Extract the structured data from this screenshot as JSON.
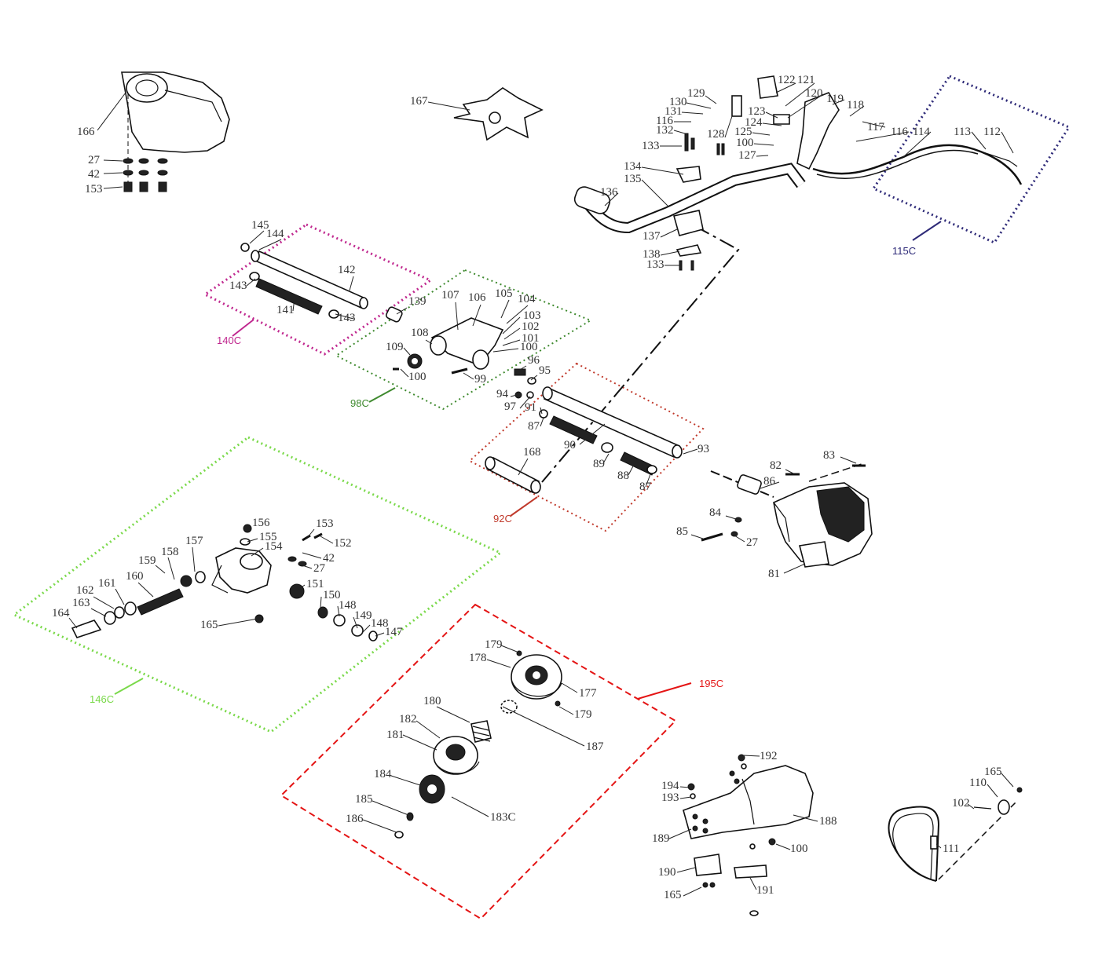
{
  "diagram": {
    "groups": [
      {
        "id": "115C",
        "color": "#2e2a78"
      },
      {
        "id": "140C",
        "color": "#c0288f"
      },
      {
        "id": "98C",
        "color": "#3f8a2f"
      },
      {
        "id": "92C",
        "color": "#c0392b"
      },
      {
        "id": "146C",
        "color": "#7ad94a"
      },
      {
        "id": "195C",
        "color": "#e41414"
      }
    ],
    "part_numbers": [
      "166",
      "27",
      "42",
      "153",
      "167",
      "129",
      "130",
      "131",
      "116",
      "132",
      "133",
      "128",
      "122",
      "121",
      "120",
      "119",
      "118",
      "123",
      "124",
      "125",
      "100",
      "127",
      "117",
      "116",
      "114",
      "113",
      "112",
      "134",
      "135",
      "136",
      "137",
      "138",
      "133",
      "145",
      "144",
      "142",
      "143",
      "141",
      "143",
      "139",
      "107",
      "106",
      "105",
      "104",
      "103",
      "102",
      "101",
      "100",
      "108",
      "109",
      "100",
      "99",
      "96",
      "95",
      "94",
      "97",
      "91",
      "87",
      "90",
      "168",
      "89",
      "88",
      "87",
      "93",
      "82",
      "83",
      "86",
      "84",
      "85",
      "27",
      "81",
      "156",
      "155",
      "154",
      "153",
      "152",
      "42",
      "27",
      "157",
      "158",
      "159",
      "160",
      "161",
      "162",
      "163",
      "164",
      "151",
      "150",
      "148",
      "149",
      "148",
      "147",
      "165",
      "179",
      "178",
      "177",
      "179",
      "180",
      "182",
      "181",
      "187",
      "184",
      "185",
      "186",
      "183C",
      "192",
      "194",
      "193",
      "189",
      "188",
      "100",
      "190",
      "191",
      "165",
      "165",
      "110",
      "102",
      "111"
    ]
  }
}
